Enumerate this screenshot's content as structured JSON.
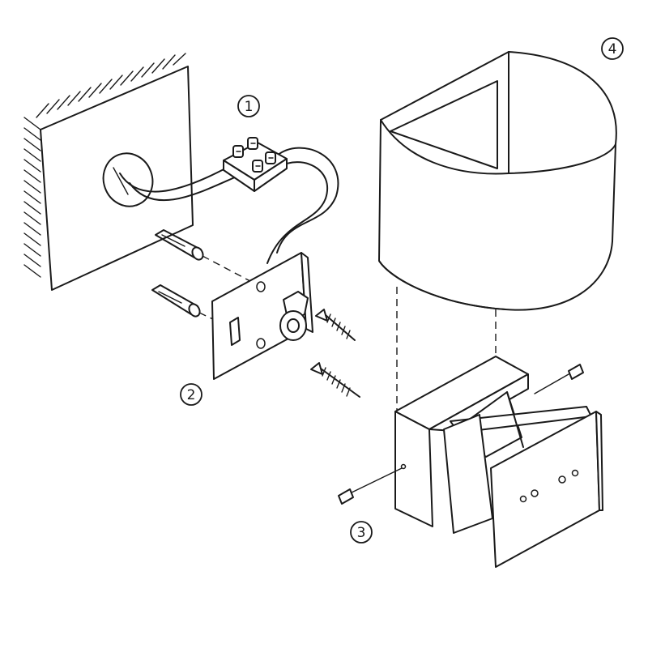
{
  "labels": {
    "terminal_block": "1",
    "mounting_plate": "2",
    "lamp_body": "3",
    "lamp_shade": "4"
  }
}
